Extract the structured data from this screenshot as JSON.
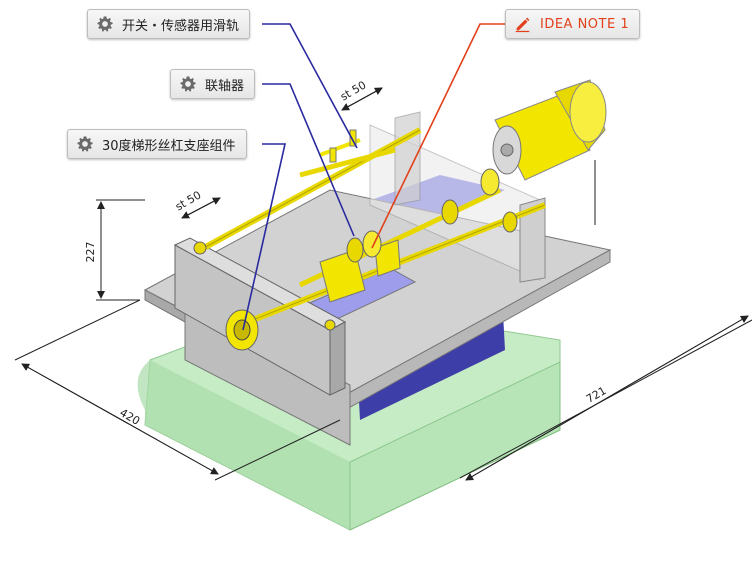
{
  "callouts": {
    "rail": {
      "label": "开关・传感器用滑轨",
      "icon": "gear-icon"
    },
    "coupling": {
      "label": "联轴器",
      "icon": "gear-icon"
    },
    "screw": {
      "label": "30度梯形丝杠支座组件",
      "icon": "gear-icon"
    },
    "note": {
      "label": "IDEA NOTE 1",
      "icon": "pencil-icon"
    }
  },
  "dimensions": {
    "height": "227",
    "depth": "420",
    "width": "721",
    "stroke_upper": "st 50",
    "stroke_left": "st 50"
  },
  "colors": {
    "callout_line": "#2a2aa0",
    "note_line": "#e2401a",
    "motor": "#f2e600",
    "plate": "#c9c9c9",
    "base": "#bde9bd",
    "block": "#3e3ea8"
  }
}
